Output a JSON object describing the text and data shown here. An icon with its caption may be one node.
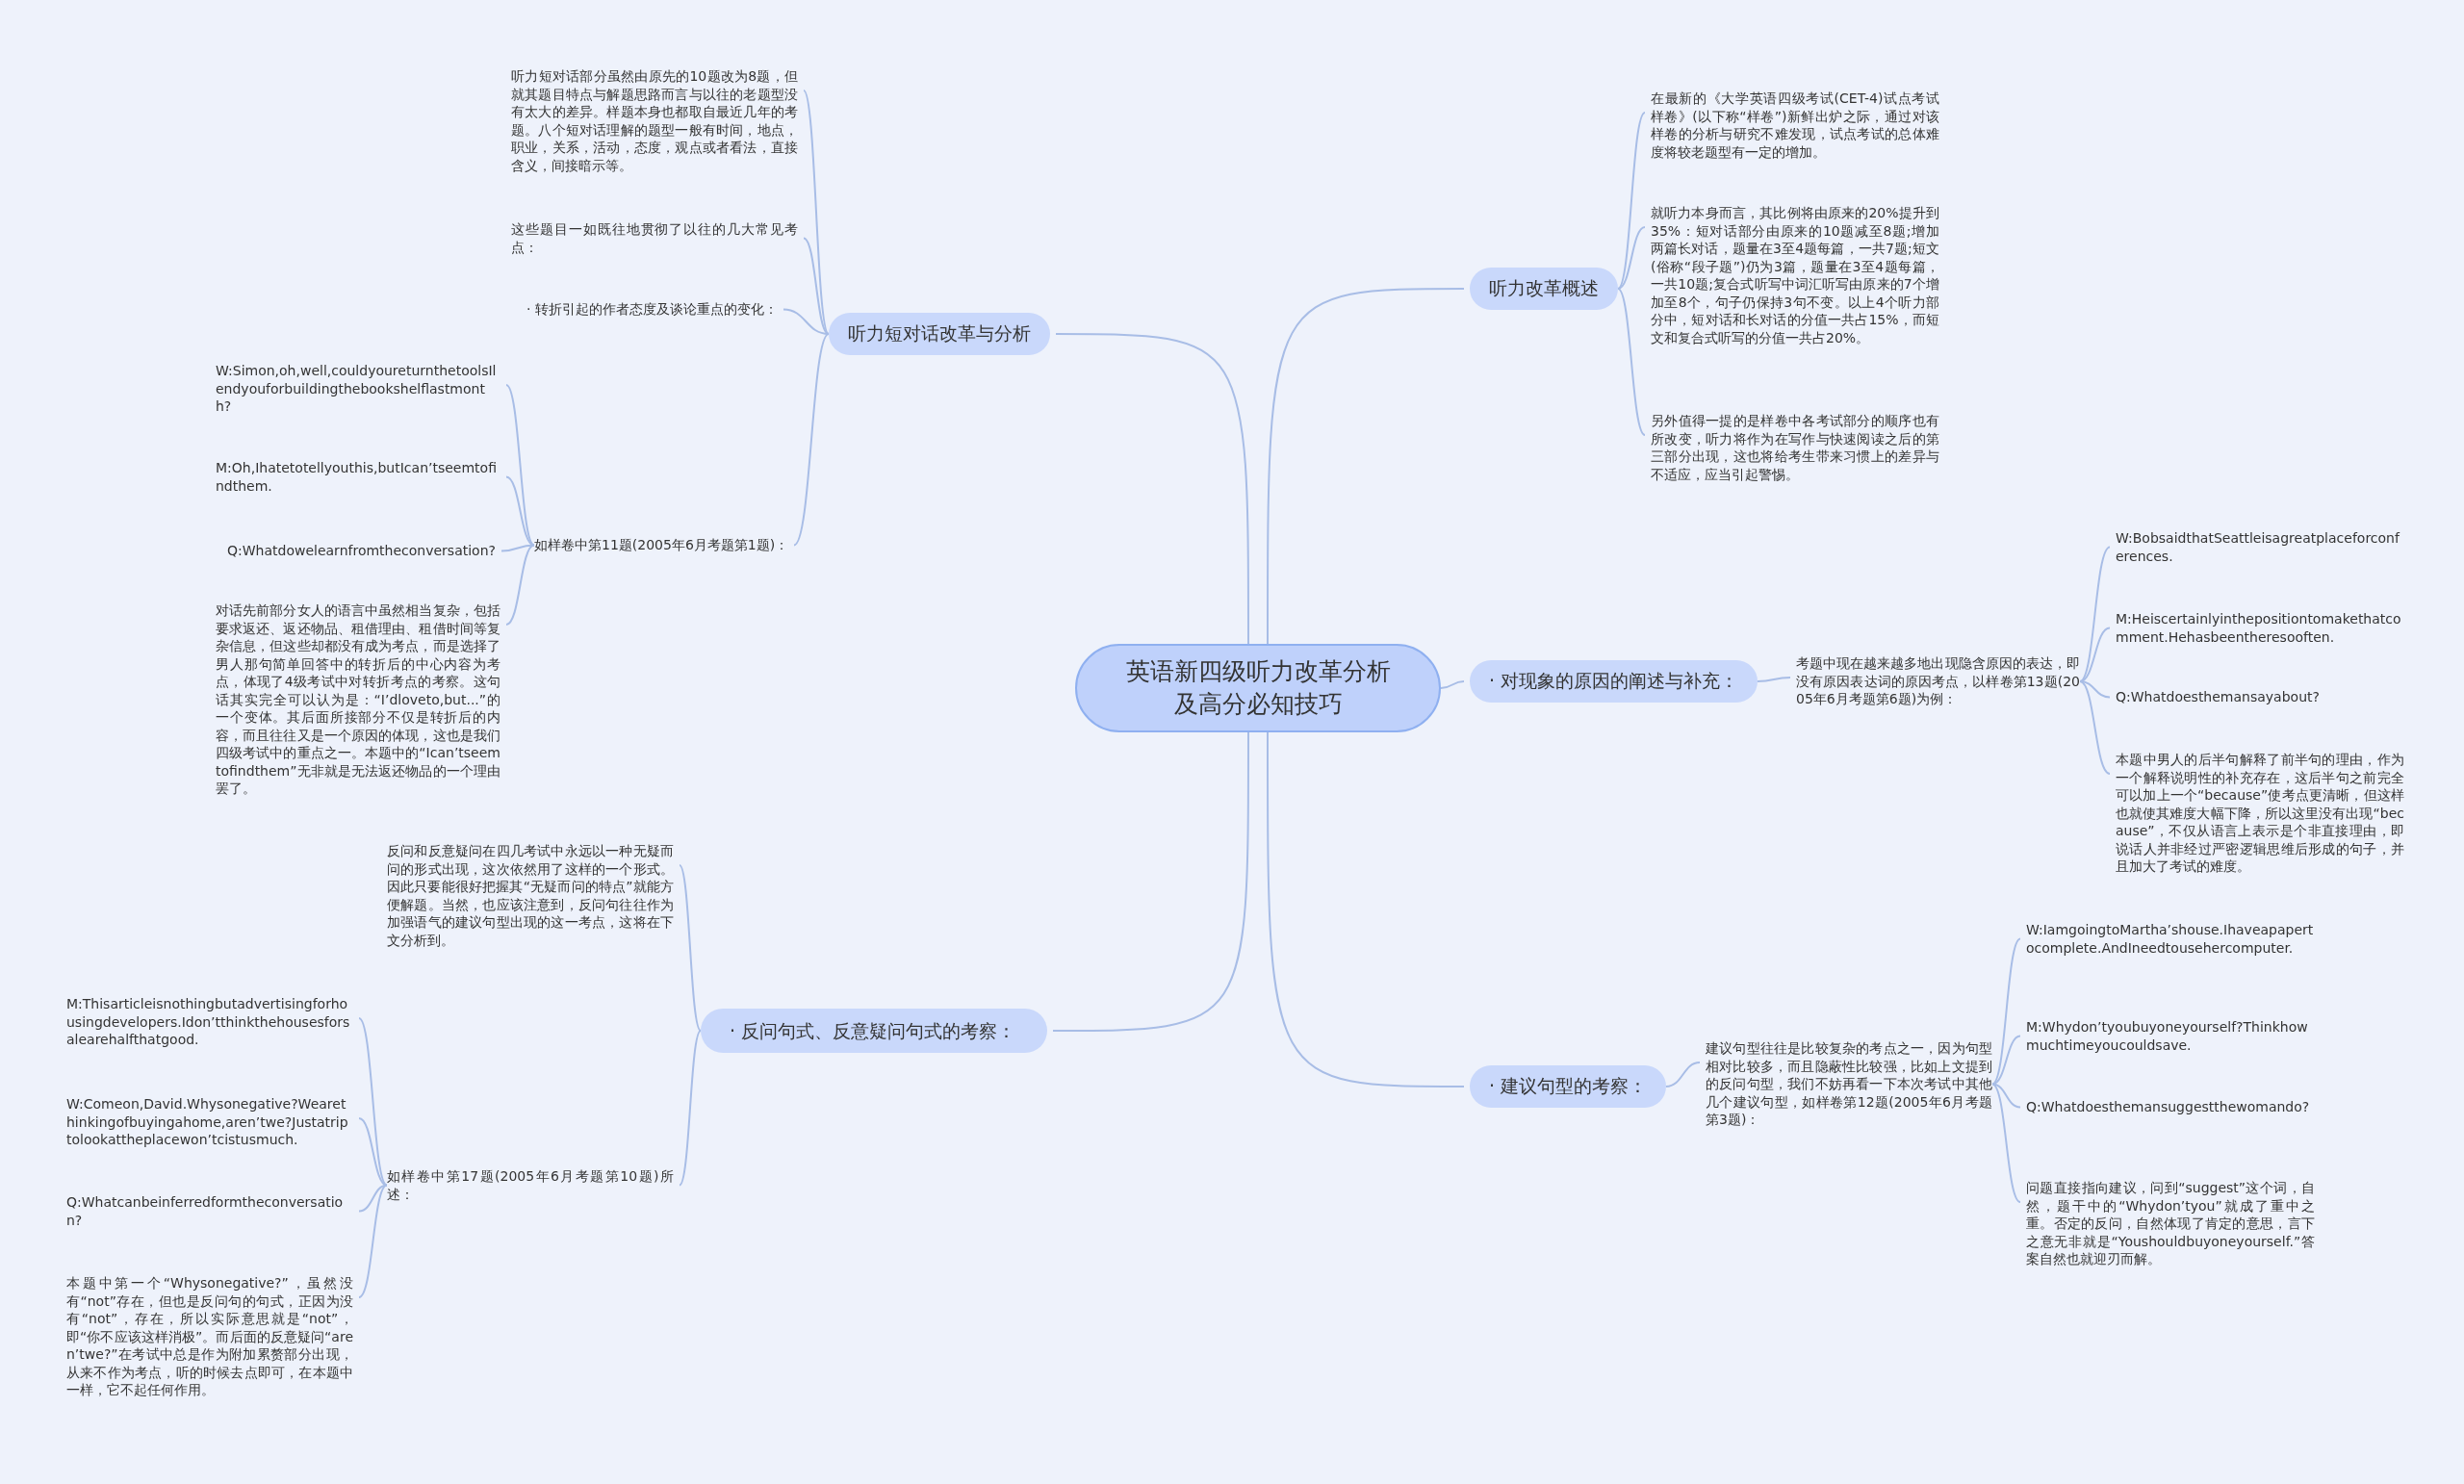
{
  "diagram": {
    "nodes": [
      {
        "text": [
          "英语新四级听力改革分析及高分必知技巧"
        ]
      },
      {
        "text": [
          "听力改革概述"
        ]
      },
      {
        "text": [
          "在最新的《大学英语四级考试(CET-4)试点考试样卷》(以下称“样卷”)新鲜出炉之际，通过对该样卷的分析与研究不难发现，试点考试的总体难度将较老题型有一定的增加。"
        ]
      },
      {
        "text": [
          "就听力本身而言，其比例将由原来的20%提升到35%：短对话部分由原来的10题减至8题;增加两篇长对话，题量在3至4题每篇，一共7题;短文(俗称“段子题”)仍为3篇，题量在3至4题每篇，一共10题;复合式听写中词汇听写由原来的7个增加至8个，句子仍保持3句不变。以上4个听力部分中，短对话和长对话的分值一共占15%，而短文和复合式听写的分值一共占20%。"
        ]
      },
      {
        "text": [
          "另外值得一提的是样卷中各考试部分的顺序也有所改变，听力将作为在写作与快速阅读之后的第三部分出现，这也将给考生带来习惯上的差异与不适应，应当引起警惕。"
        ]
      },
      {
        "text": [
          "· 对现象的原因的阐述与补充："
        ]
      },
      {
        "text": [
          "考题中现在越来越多地出现隐含原因的表达，即没有原因表达词的原因考点，以样卷第13题(2005年6月考题第6题)为例："
        ]
      },
      {
        "text": [
          "W:BobsaidthatSeattleisagreatplaceforconferences."
        ]
      },
      {
        "text": [
          "M:Heiscertainlyinthepositiontomakethatcomment.Hehasbeentheresooften."
        ]
      },
      {
        "text": [
          "Q:Whatdoesthemansayabout?"
        ]
      },
      {
        "text": [
          "本题中男人的后半句解释了前半句的理由，作为一个解释说明性的补充存在，这后半句之前完全可以加上一个“because”使考点更清晰，但这样也就使其难度大幅下降，所以这里没有出现“because”，不仅从语言上表示是个非直接理由，即说话人并非经过严密逻辑思维后形成的句子，并且加大了考试的难度。"
        ]
      },
      {
        "text": [
          "· 建议句型的考察："
        ]
      },
      {
        "text": [
          "建议句型往往是比较复杂的考点之一，因为句型相对比较多，而且隐蔽性比较强，比如上文提到的反问句型，我们不妨再看一下本次考试中其他几个建议句型，如样卷第12题(2005年6月考题第3题)："
        ]
      },
      {
        "text": [
          "W:IamgoingtoMartha’shouse.Ihaveapapertocomplete.AndIneedtousehercomputer."
        ]
      },
      {
        "text": [
          "M:Whydon’tyoubuyoneyourself?Thinkhowmuchtimeyoucouldsave."
        ]
      },
      {
        "text": [
          "Q:Whatdoesthemansuggestthewomando?"
        ]
      },
      {
        "text": [
          "问题直接指向建议，问到“suggest”这个词，自然，题干中的“Whydon’tyou”就成了重中之重。否定的反问，自然体现了肯定的意思，言下之意无非就是“Youshouldbuyoneyourself.”答案自然也就迎刃而解。"
        ]
      },
      {
        "text": [
          "听力短对话改革与分析"
        ]
      },
      {
        "text": [
          "听力短对话部分虽然由原先的10题改为8题，但就其题目特点与解题思路而言与以往的老题型没有太大的差异。样题本身也都取自最近几年的考题。八个短对话理解的题型一般有时间，地点，职业，关系，活动，态度，观点或者看法，直接含义，间接暗示等。"
        ]
      },
      {
        "text": [
          "这些题目一如既往地贯彻了以往的几大常见考点："
        ]
      },
      {
        "text": [
          "· 转折引起的作者态度及谈论重点的变化："
        ]
      },
      {
        "text": [
          "如样卷中第11题(2005年6月考题第1题)："
        ]
      },
      {
        "text": [
          "W:Simon,oh,well,couldyoureturnthetoolsIlendyouforbuildingthebookshelflastmonth?"
        ]
      },
      {
        "text": [
          "M:Oh,Ihatetotellyouthis,butIcan’tseemtofindthem."
        ]
      },
      {
        "text": [
          "Q:Whatdowelearnfromtheconversation?"
        ]
      },
      {
        "text": [
          "对话先前部分女人的语言中虽然相当复杂，包括要求返还、返还物品、租借理由、租借时间等复杂信息，但这些却都没有成为考点，而是选择了男人那句简单回答中的转折后的中心内容为考点，体现了4级考试中对转折考点的考察。这句话其实完全可以认为是：“I’dloveto,but...”的一个变体。其后面所接部分不仅是转折后的内容，而且往往又是一个原因的体现，这也是我们四级考试中的重点之一。本题中的“Ican’tseemtofindthem”无非就是无法返还物品的一个理由罢了。"
        ]
      },
      {
        "text": [
          "· 反问句式、反意疑问句式的考察："
        ]
      },
      {
        "text": [
          "反问和反意疑问在四几考试中永远以一种无疑而问的形式出现，这次依然用了这样的一个形式。因此只要能很好把握其“无疑而问的特点”就能方便解题。当然，也应该注意到，反问句往往作为加强语气的建议句型出现的这一考点，这将在下文分析到。"
        ]
      },
      {
        "text": [
          "如样卷中第17题(2005年6月考题第10题)所述："
        ]
      },
      {
        "text": [
          "M:Thisarticleisnothingbutadvertisingforhousingdevelopers.Idon’tthinkthehousesforsalearehalfthatgood."
        ]
      },
      {
        "text": [
          "W:Comeon,David.Whysonegative?Wearethinkingofbuyingahome,aren’twe?Justatriptolookattheplacewon’tcistusmuch."
        ]
      },
      {
        "text": [
          "Q:Whatcanbeinferredformtheconversation?"
        ]
      },
      {
        "text": [
          "本题中第一个“Whysonegative?”，虽然没有“not”存在，但也是反问句的句式，正因为没有“not”，存在，所以实际意思就是“not”，即“你不应该这样消极”。而后面的反意疑问“aren’twe?”在考试中总是作为附加累赘部分出现，从来不作为考点，听的时候去点即可，在本题中一样，它不起任何作用。"
        ]
      }
    ],
    "edges": [
      {
        "from": 0,
        "to": 1,
        "arrow": "none"
      },
      {
        "from": 1,
        "to": 2,
        "arrow": "none"
      },
      {
        "from": 1,
        "to": 3,
        "arrow": "none"
      },
      {
        "from": 1,
        "to": 4,
        "arrow": "none"
      },
      {
        "from": 0,
        "to": 5,
        "arrow": "none"
      },
      {
        "from": 5,
        "to": 6,
        "arrow": "none"
      },
      {
        "from": 6,
        "to": 7,
        "arrow": "none"
      },
      {
        "from": 6,
        "to": 8,
        "arrow": "none"
      },
      {
        "from": 6,
        "to": 9,
        "arrow": "none"
      },
      {
        "from": 6,
        "to": 10,
        "arrow": "none"
      },
      {
        "from": 0,
        "to": 11,
        "arrow": "none"
      },
      {
        "from": 11,
        "to": 12,
        "arrow": "none"
      },
      {
        "from": 12,
        "to": 13,
        "arrow": "none"
      },
      {
        "from": 12,
        "to": 14,
        "arrow": "none"
      },
      {
        "from": 12,
        "to": 15,
        "arrow": "none"
      },
      {
        "from": 12,
        "to": 16,
        "arrow": "none"
      },
      {
        "from": 0,
        "to": 17,
        "arrow": "none"
      },
      {
        "from": 17,
        "to": 18,
        "arrow": "none"
      },
      {
        "from": 17,
        "to": 19,
        "arrow": "none"
      },
      {
        "from": 17,
        "to": 20,
        "arrow": "none"
      },
      {
        "from": 17,
        "to": 21,
        "arrow": "none"
      },
      {
        "from": 21,
        "to": 22,
        "arrow": "none"
      },
      {
        "from": 21,
        "to": 23,
        "arrow": "none"
      },
      {
        "from": 21,
        "to": 24,
        "arrow": "none"
      },
      {
        "from": 21,
        "to": 25,
        "arrow": "none"
      },
      {
        "from": 0,
        "to": 26,
        "arrow": "none"
      },
      {
        "from": 26,
        "to": 27,
        "arrow": "none"
      },
      {
        "from": 26,
        "to": 28,
        "arrow": "none"
      },
      {
        "from": 28,
        "to": 29,
        "arrow": "none"
      },
      {
        "from": 28,
        "to": 30,
        "arrow": "none"
      },
      {
        "from": 28,
        "to": 31,
        "arrow": "none"
      },
      {
        "from": 28,
        "to": 32,
        "arrow": "none"
      }
    ]
  }
}
